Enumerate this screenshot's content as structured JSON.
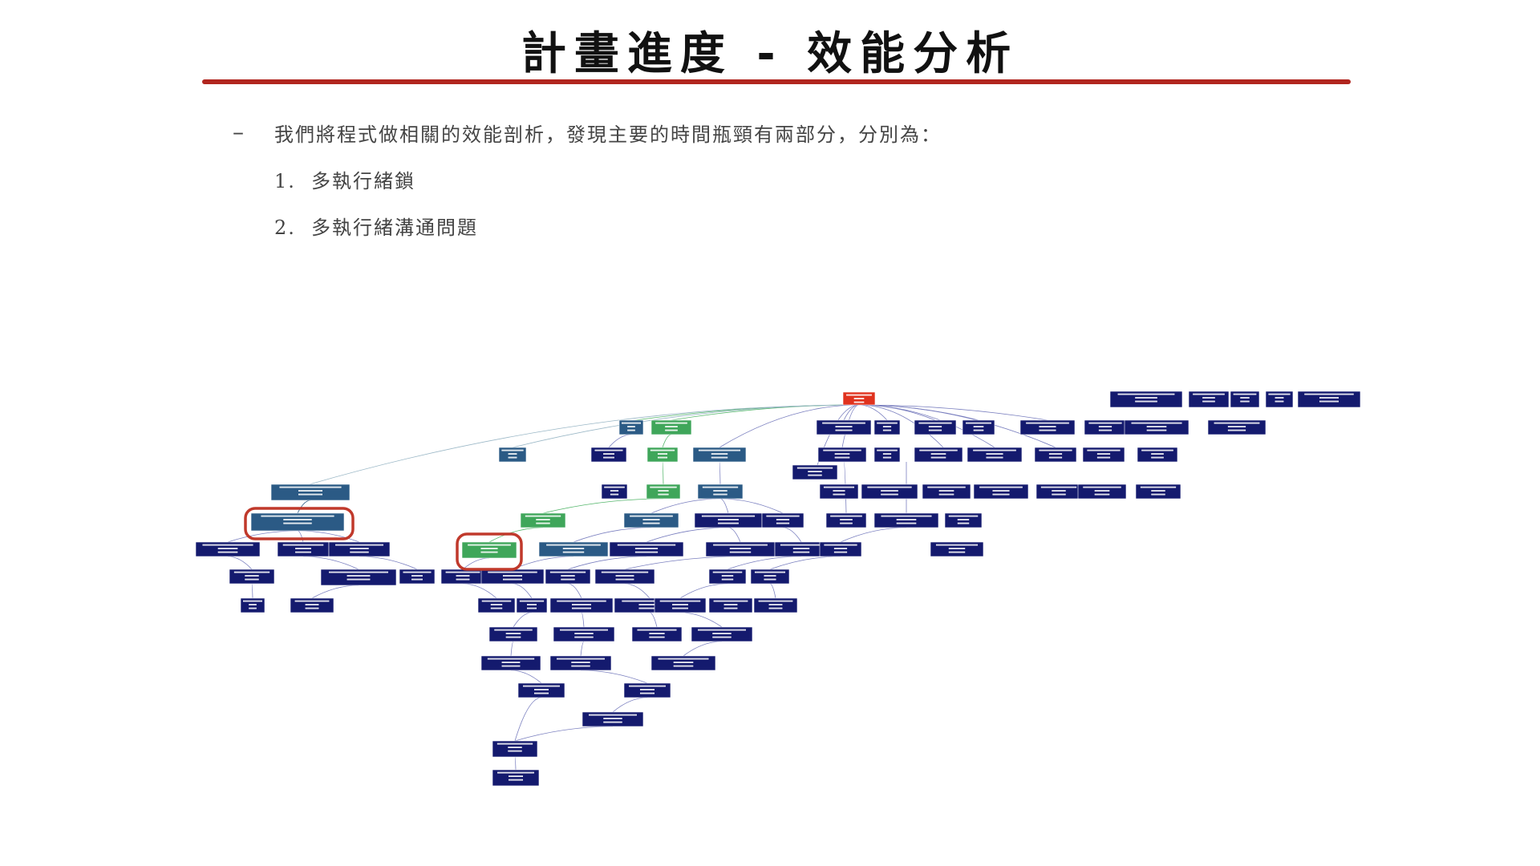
{
  "slide": {
    "title": "計畫進度 - 效能分析",
    "bullet_marker": "–",
    "bullet_text": "我們將程式做相關的效能剖析，發現主要的時間瓶頸有兩部分，分別為：",
    "items": [
      {
        "num": "1.",
        "text": "多執行緒鎖"
      },
      {
        "num": "2.",
        "text": "多執行緒溝通問題"
      }
    ]
  },
  "colors": {
    "title_rule": "#b1261f",
    "node_dark": "#141a6e",
    "node_mid": "#2b5a85",
    "node_green": "#3fa65a",
    "node_root": "#e0321e",
    "highlight": "#c0392b"
  }
}
